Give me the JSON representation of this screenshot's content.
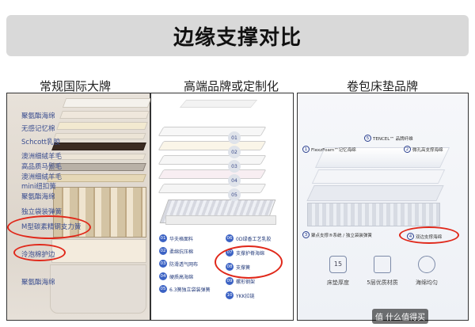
{
  "title": "边缘支撑对比",
  "columns": [
    {
      "heading": "常规国际大牌"
    },
    {
      "heading": "高端品牌或定制化"
    },
    {
      "heading": "卷包床垫品牌"
    }
  ],
  "left_layers": [
    "聚氨酯海绵",
    "无感记忆棉",
    "Schcott乳胶",
    "澳洲细絨羊毛",
    "高品质马鬃毛",
    "澳洲细絨羊毛",
    "mini纽扣簧",
    "聚氨酯海绵",
    "独立袋装弹簧",
    "M型碳素精钢支力簧",
    "泠泡棉护边",
    "聚氨酯海绵"
  ],
  "middle_tags_left": [
    {
      "n": "01",
      "label": "华夫格面料"
    },
    {
      "n": "02",
      "label": "柔绵抗压棉"
    },
    {
      "n": "03",
      "label": "防滑透气网布"
    },
    {
      "n": "04",
      "label": "硬质高海绵"
    },
    {
      "n": "05",
      "label": "6.3簧独立袋装弹簧"
    }
  ],
  "middle_tags_right": [
    {
      "n": "06",
      "label": "0D绿香工艺乳胶"
    },
    {
      "n": "07",
      "label": "支撑护脊海绵"
    },
    {
      "n": "08",
      "label": "支撑簧"
    },
    {
      "n": "09",
      "label": "螺形钢架"
    },
    {
      "n": "10",
      "label": "YKK拉链"
    }
  ],
  "right_tags": [
    {
      "n": "5",
      "label": "TENCEL™ 品牌纤维"
    },
    {
      "n": "1",
      "label": "FlexzFoam™记忆海绵"
    },
    {
      "n": "2",
      "label": "微孔高支撑海绵"
    },
    {
      "n": "3",
      "label": "聚点支撑®系统 / 独立袋装弹簧"
    },
    {
      "n": "4",
      "label": "双边支撑海绵"
    }
  ],
  "right_footer": [
    {
      "icon_text": "15",
      "label": "床垫厚度"
    },
    {
      "icon_text": "",
      "label": "5层优质材质"
    },
    {
      "icon_text": "",
      "label": "海绵均匀"
    }
  ],
  "watermark": "值 什么值得买"
}
